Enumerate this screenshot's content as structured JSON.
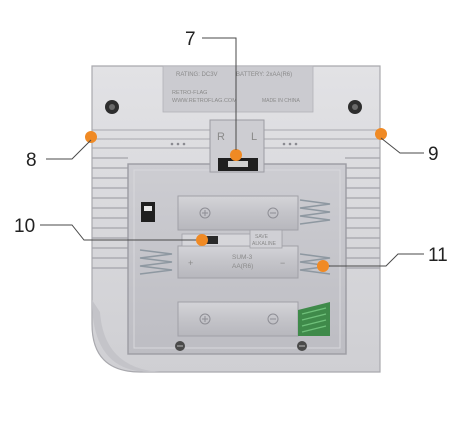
{
  "callouts": [
    {
      "number": "7"
    },
    {
      "number": "8"
    },
    {
      "number": "9"
    },
    {
      "number": "10"
    },
    {
      "number": "11"
    }
  ],
  "label_text": {
    "rating": "RATING: DC3V",
    "battery": "BATTERY: 2xAA(R6)",
    "brand": "RETRO-FLAG",
    "url": "WWW.RETROFLAG.COM",
    "made_in": "MADE IN CHINA",
    "switch_left": "R",
    "switch_right": "L"
  },
  "battery_text": {
    "size_line1": "SUM-3",
    "size_line2": "AA(R6)",
    "tag_line1": "SAVE",
    "tag_line2": "ALKALINE",
    "polarity_plus": "+",
    "polarity_minus": "−"
  },
  "colors": {
    "shell": "#d9d9dc",
    "shell_shadow": "#b9b9be",
    "bay": "#c6c6cb",
    "accent": "#f08a24",
    "leader": "#4a4a4a",
    "spring": "#9ea8b0",
    "green_contact": "#3f8a4a"
  }
}
